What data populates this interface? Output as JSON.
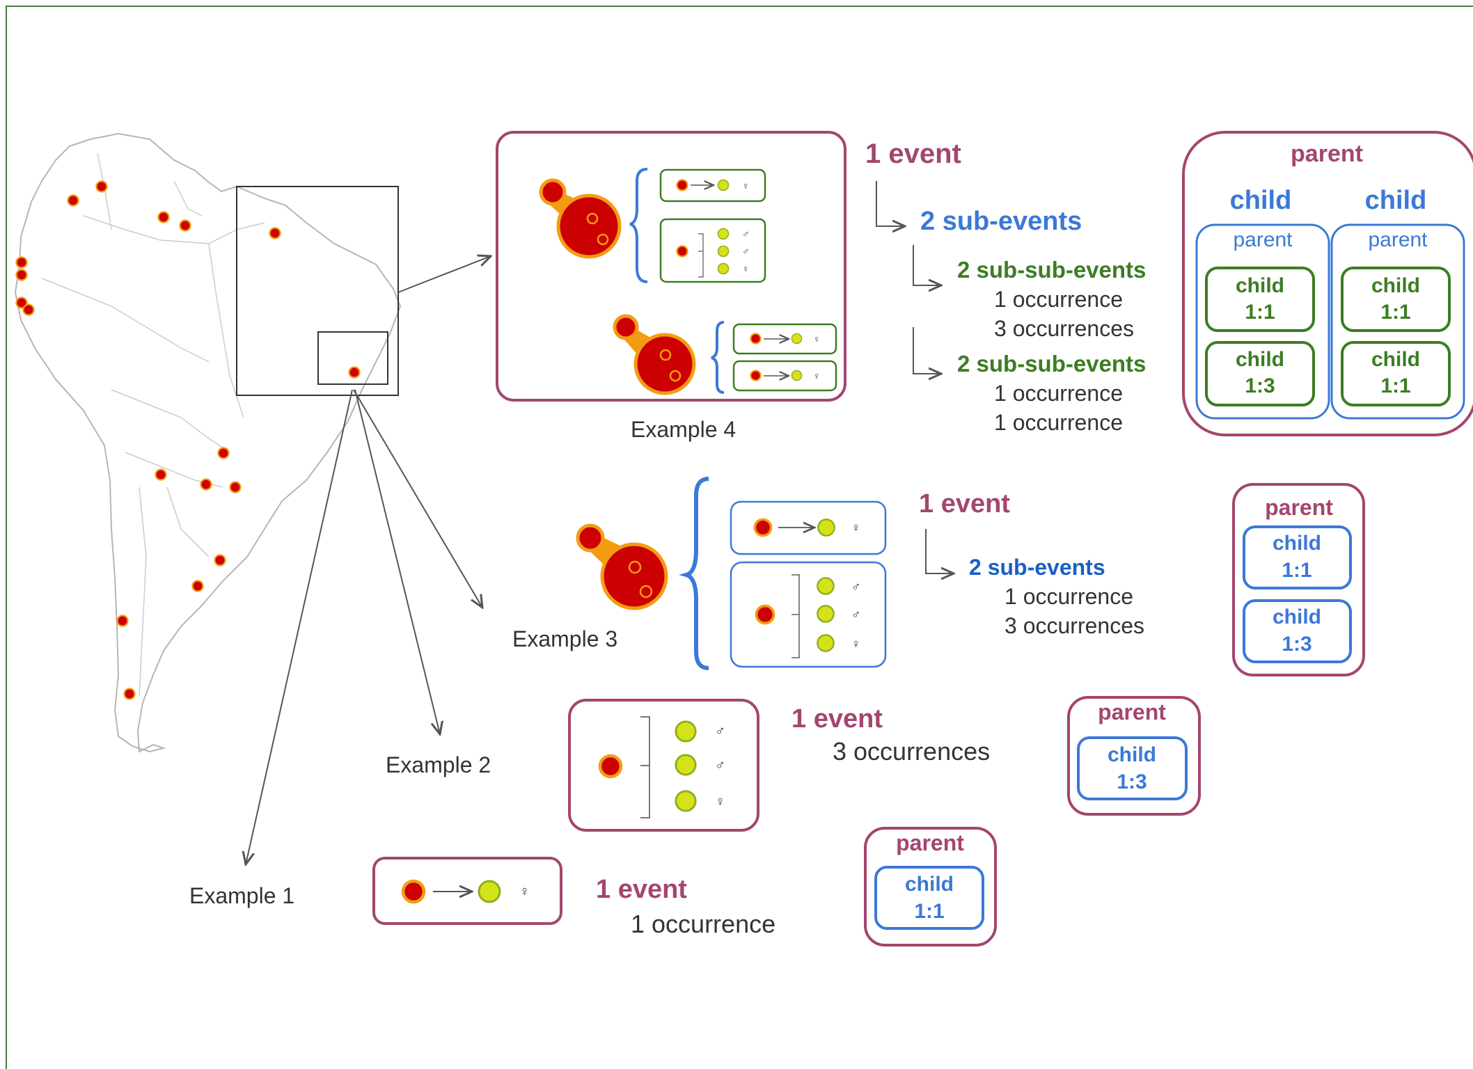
{
  "examples": {
    "ex1": "Example 1",
    "ex2": "Example 2",
    "ex3": "Example 3",
    "ex4": "Example 4"
  },
  "example4": {
    "event": "1 event",
    "sub_events": "2 sub-events",
    "subsub_a": "2 sub-sub-events",
    "subsub_a_occ1": "1 occurrence",
    "subsub_a_occ2": "3 occurrences",
    "subsub_b": "2 sub-sub-events",
    "subsub_b_occ1": "1 occurrence",
    "subsub_b_occ2": "1 occurrence"
  },
  "example3": {
    "event": "1 event",
    "sub_events": "2 sub-events",
    "occ1": "1 occurrence",
    "occ2": "3 occurrences"
  },
  "example2": {
    "event": "1 event",
    "occ": "3 occurrences"
  },
  "example1": {
    "event": "1 event",
    "occ": "1 occurrence"
  },
  "tree4": {
    "parent": "parent",
    "child_left": "child",
    "child_right": "child",
    "sub_parent_left": "parent",
    "sub_parent_right": "parent",
    "leaf_left_top": [
      "child",
      "1:1"
    ],
    "leaf_left_bottom": [
      "child",
      "1:3"
    ],
    "leaf_right_top": [
      "child",
      "1:1"
    ],
    "leaf_right_bottom": [
      "child",
      "1:1"
    ]
  },
  "tree3": {
    "parent": "parent",
    "child_top": [
      "child",
      "1:1"
    ],
    "child_bottom": [
      "child",
      "1:3"
    ]
  },
  "tree2": {
    "parent": "parent",
    "child": [
      "child",
      "1:3"
    ]
  },
  "tree1": {
    "parent": "parent",
    "child": [
      "child",
      "1:1"
    ]
  },
  "sex_symbols": {
    "male": "♂",
    "female": "♀"
  },
  "colors": {
    "purple": "#a3466f",
    "blue": "#3b78d8",
    "green": "#3c7d22",
    "red_dot": "#cc0000",
    "orange_ring": "#f39c12",
    "yellow_dot": "#d4e21a"
  }
}
